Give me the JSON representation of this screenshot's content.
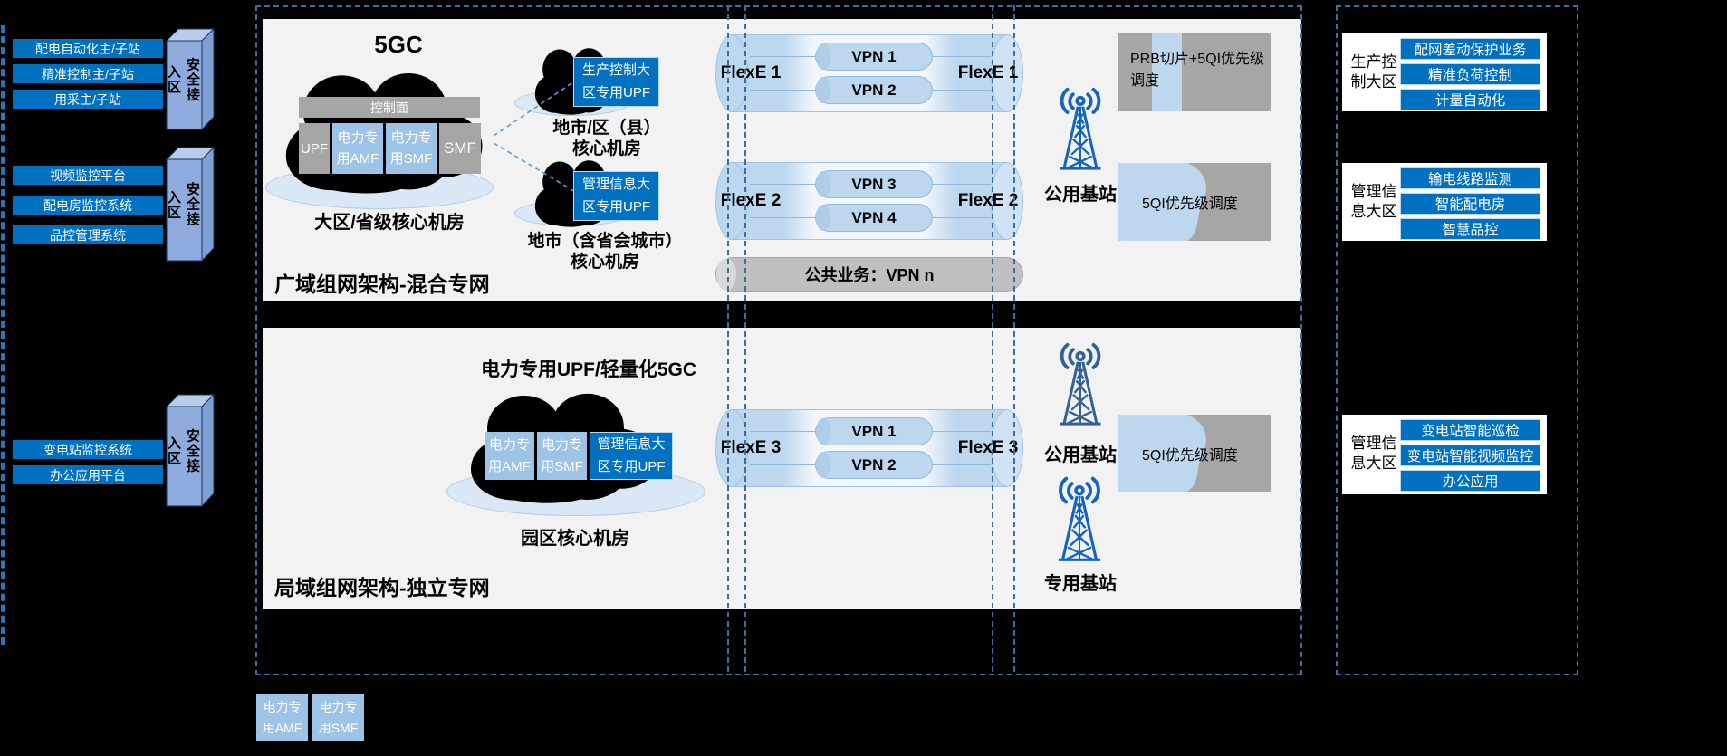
{
  "left": {
    "groups": [
      {
        "zone": "安全接入区",
        "items": [
          "配电自动化主/子站",
          "精准控制主/子站",
          "用采主/子站"
        ]
      },
      {
        "zone": "安全接入区",
        "items": [
          "视频监控平台",
          "配电房监控系统",
          "品控管理系统"
        ]
      },
      {
        "zone": "安全接入区",
        "items": [
          "变电站监控系统",
          "办公应用平台"
        ]
      }
    ]
  },
  "wan": {
    "section_title": "广域组网架构-混合专网",
    "core": {
      "title": "5GC",
      "control_plane": "控制面",
      "upf": "UPF",
      "amf": "电力专用AMF",
      "smf_power": "电力专用SMF",
      "smf": "SMF",
      "caption": "大区/省级核心机房"
    },
    "edge_production": {
      "upf": "生产控制大区专用UPF",
      "caption": "地市/区（县）核心机房"
    },
    "edge_management": {
      "upf": "管理信息大区专用UPF",
      "caption": "地市（含省会城市）核心机房"
    },
    "flexe1": {
      "label": "FlexE 1",
      "vpn_a": "VPN 1",
      "vpn_b": "VPN 2"
    },
    "flexe2": {
      "label": "FlexE 2",
      "vpn_a": "VPN 3",
      "vpn_b": "VPN 4"
    },
    "public_tube": "公共业务：VPN n",
    "station_public": "公用基站",
    "sched_prb": "PRB切片+5QI优先级调度",
    "sched_5qi": "5QI优先级调度"
  },
  "lan": {
    "section_title": "局域组网架构-独立专网",
    "cloud_title": "电力专用UPF/轻量化5GC",
    "amf": "电力专用AMF",
    "smf": "电力专用SMF",
    "upf": "管理信息大区专用UPF",
    "caption": "园区核心机房",
    "flexe3": {
      "label": "FlexE 3",
      "vpn_a": "VPN 1",
      "vpn_b": "VPN 2"
    },
    "station_public": "公用基站",
    "station_private": "专用基站",
    "sched_5qi": "5QI优先级调度"
  },
  "right": {
    "panels": [
      {
        "zone": "生产控制大区",
        "items": [
          "配网差动保护业务",
          "精准负荷控制",
          "计量自动化"
        ]
      },
      {
        "zone": "管理信息大区",
        "items": [
          "输电线路监测",
          "智能配电房",
          "智慧品控"
        ]
      },
      {
        "zone": "管理信息大区",
        "items": [
          "变电站智能巡检",
          "变电站智能视频监控",
          "办公应用"
        ]
      }
    ]
  },
  "legend": {
    "amf": "电力专用AMF",
    "smf": "电力专用SMF"
  },
  "colors": {
    "accent_blue": "#0070C0",
    "light_blue": "#9DC3E6",
    "pale_blue": "#BDD7EE",
    "gray": "#A6A6A6",
    "panel_bg": "#F2F2F2",
    "dash_blue": "#3E6E9E",
    "brace_blue": "#2E75B6"
  }
}
